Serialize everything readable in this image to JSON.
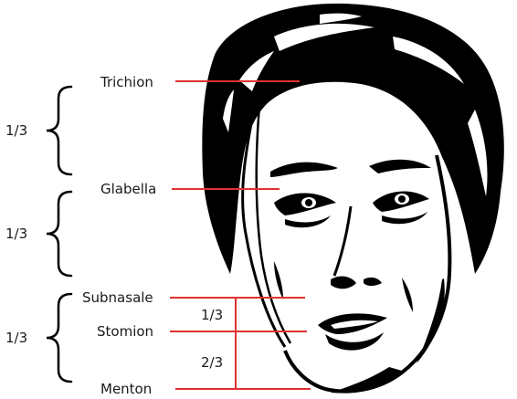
{
  "landmarks": [
    {
      "label": "Trichion"
    },
    {
      "label": "Glabella"
    },
    {
      "label": "Subnasale"
    },
    {
      "label": "Stomion"
    },
    {
      "label": "Menton"
    }
  ],
  "facial_thirds": [
    "1/3",
    "1/3",
    "1/3"
  ],
  "lower_face_ratios": [
    "1/3",
    "2/3"
  ],
  "colors": {
    "guide_line": "#e0312f",
    "ink": "#000000",
    "text": "#1a1a1a"
  },
  "illustration": {
    "icon": "woman-face-illustration-icon"
  }
}
